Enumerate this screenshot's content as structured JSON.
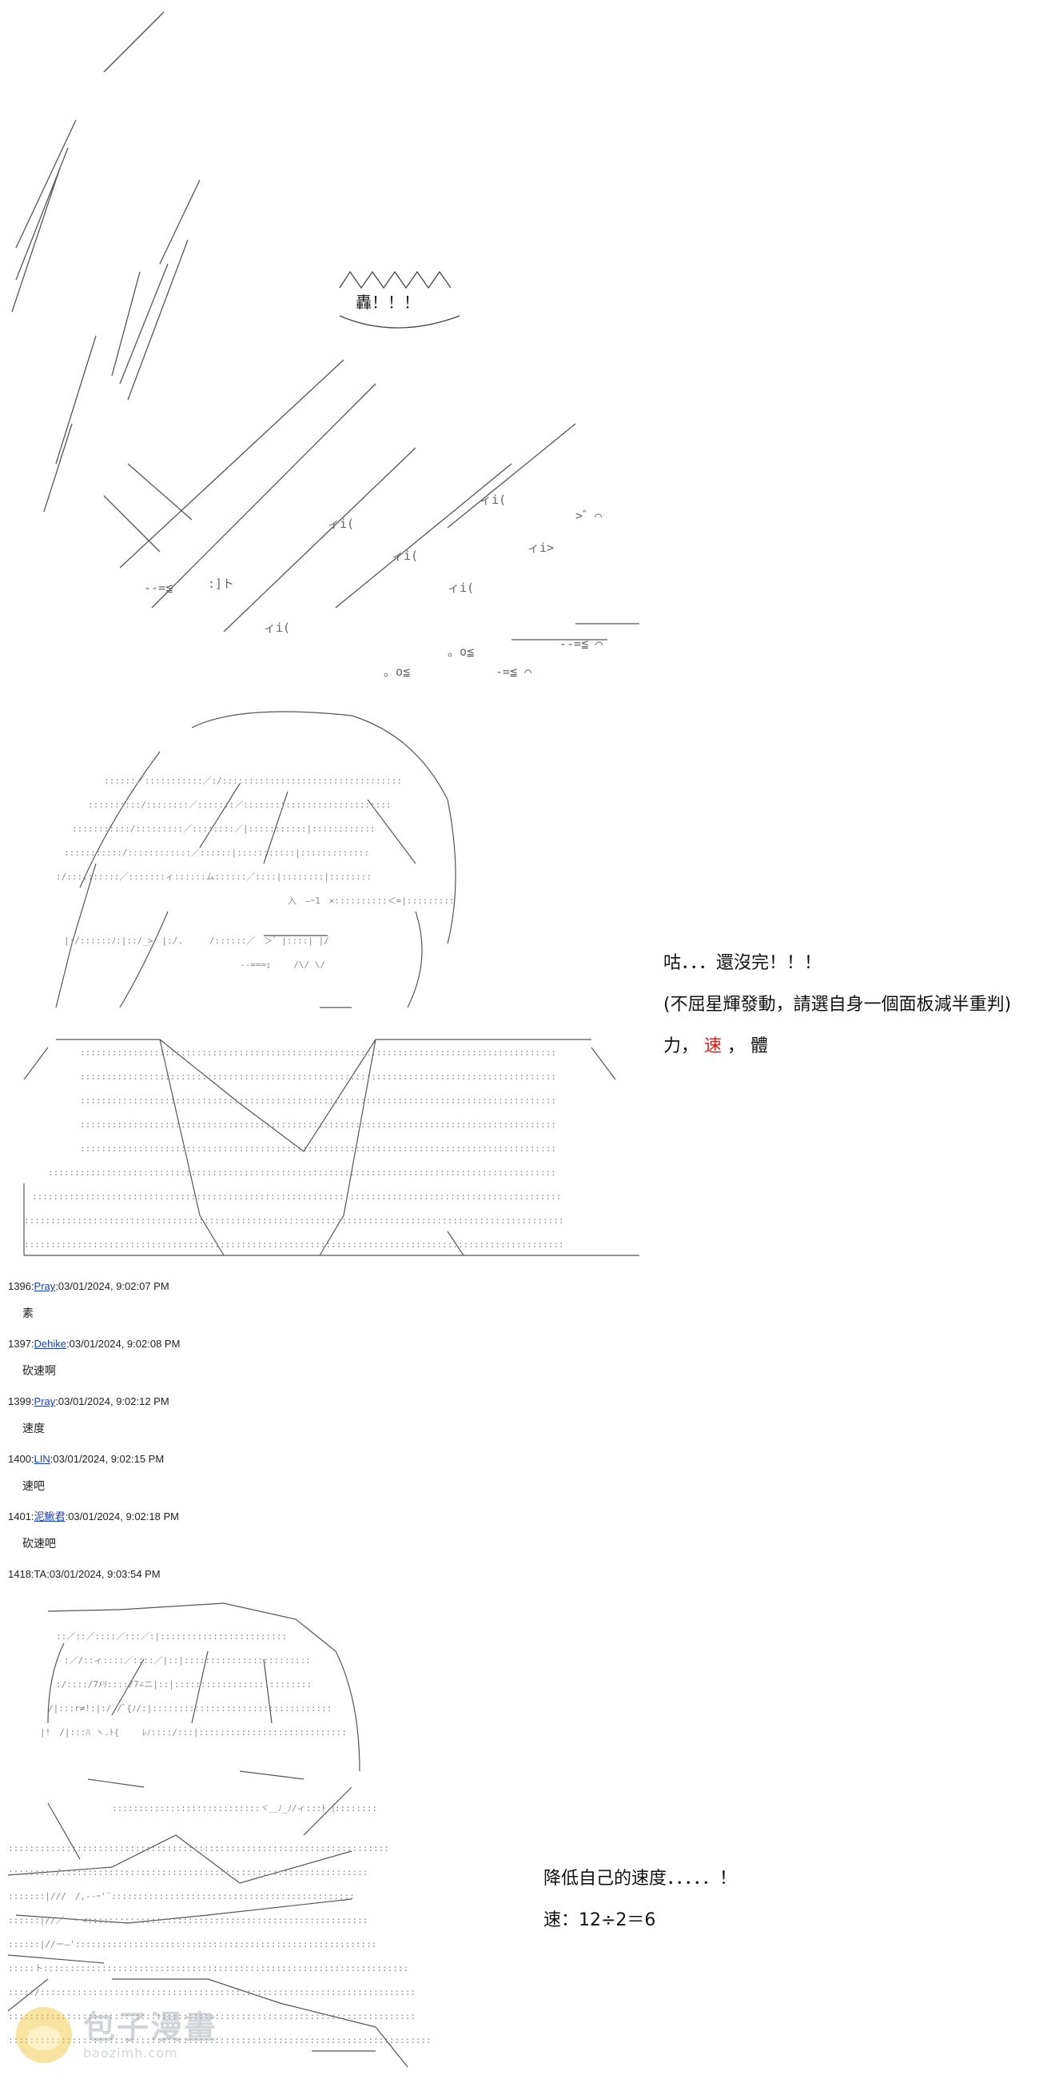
{
  "scene1": {
    "sfx_text": "轟！！！"
  },
  "scene2": {
    "narration": {
      "line1": "咕．．．還沒完！！！",
      "line2": "(不屈星輝發動，請選自身一個面板減半重判)",
      "options": {
        "power": "力，",
        "speed": "速",
        "comma": "，",
        "body": "體"
      }
    },
    "colors": {
      "speed_highlight": "#d42020"
    }
  },
  "posts": [
    {
      "num": "1396",
      "name": "Pray",
      "date": "03/01/2024, 9:02:07 PM",
      "body": "素"
    },
    {
      "num": "1397",
      "name": "Dehike",
      "date": "03/01/2024, 9:02:08 PM",
      "body": "砍速啊"
    },
    {
      "num": "1399",
      "name": "Pray",
      "date": "03/01/2024, 9:02:12 PM",
      "body": "速度"
    },
    {
      "num": "1400",
      "name": "LIN",
      "date": "03/01/2024, 9:02:15 PM",
      "body": "速吧"
    },
    {
      "num": "1401",
      "name": "泥鰍君",
      "date": "03/01/2024, 9:02:18 PM",
      "body": "砍速吧"
    }
  ],
  "post_1418": {
    "num": "1418",
    "name": "TA",
    "date": "03/01/2024, 9:03:54 PM"
  },
  "scene3": {
    "narration": {
      "line1": "降低自己的速度．．．．．！",
      "line2": "速：12÷2＝6"
    }
  },
  "watermark": {
    "brand": "包子漫畫",
    "url": "baozimh.com"
  }
}
